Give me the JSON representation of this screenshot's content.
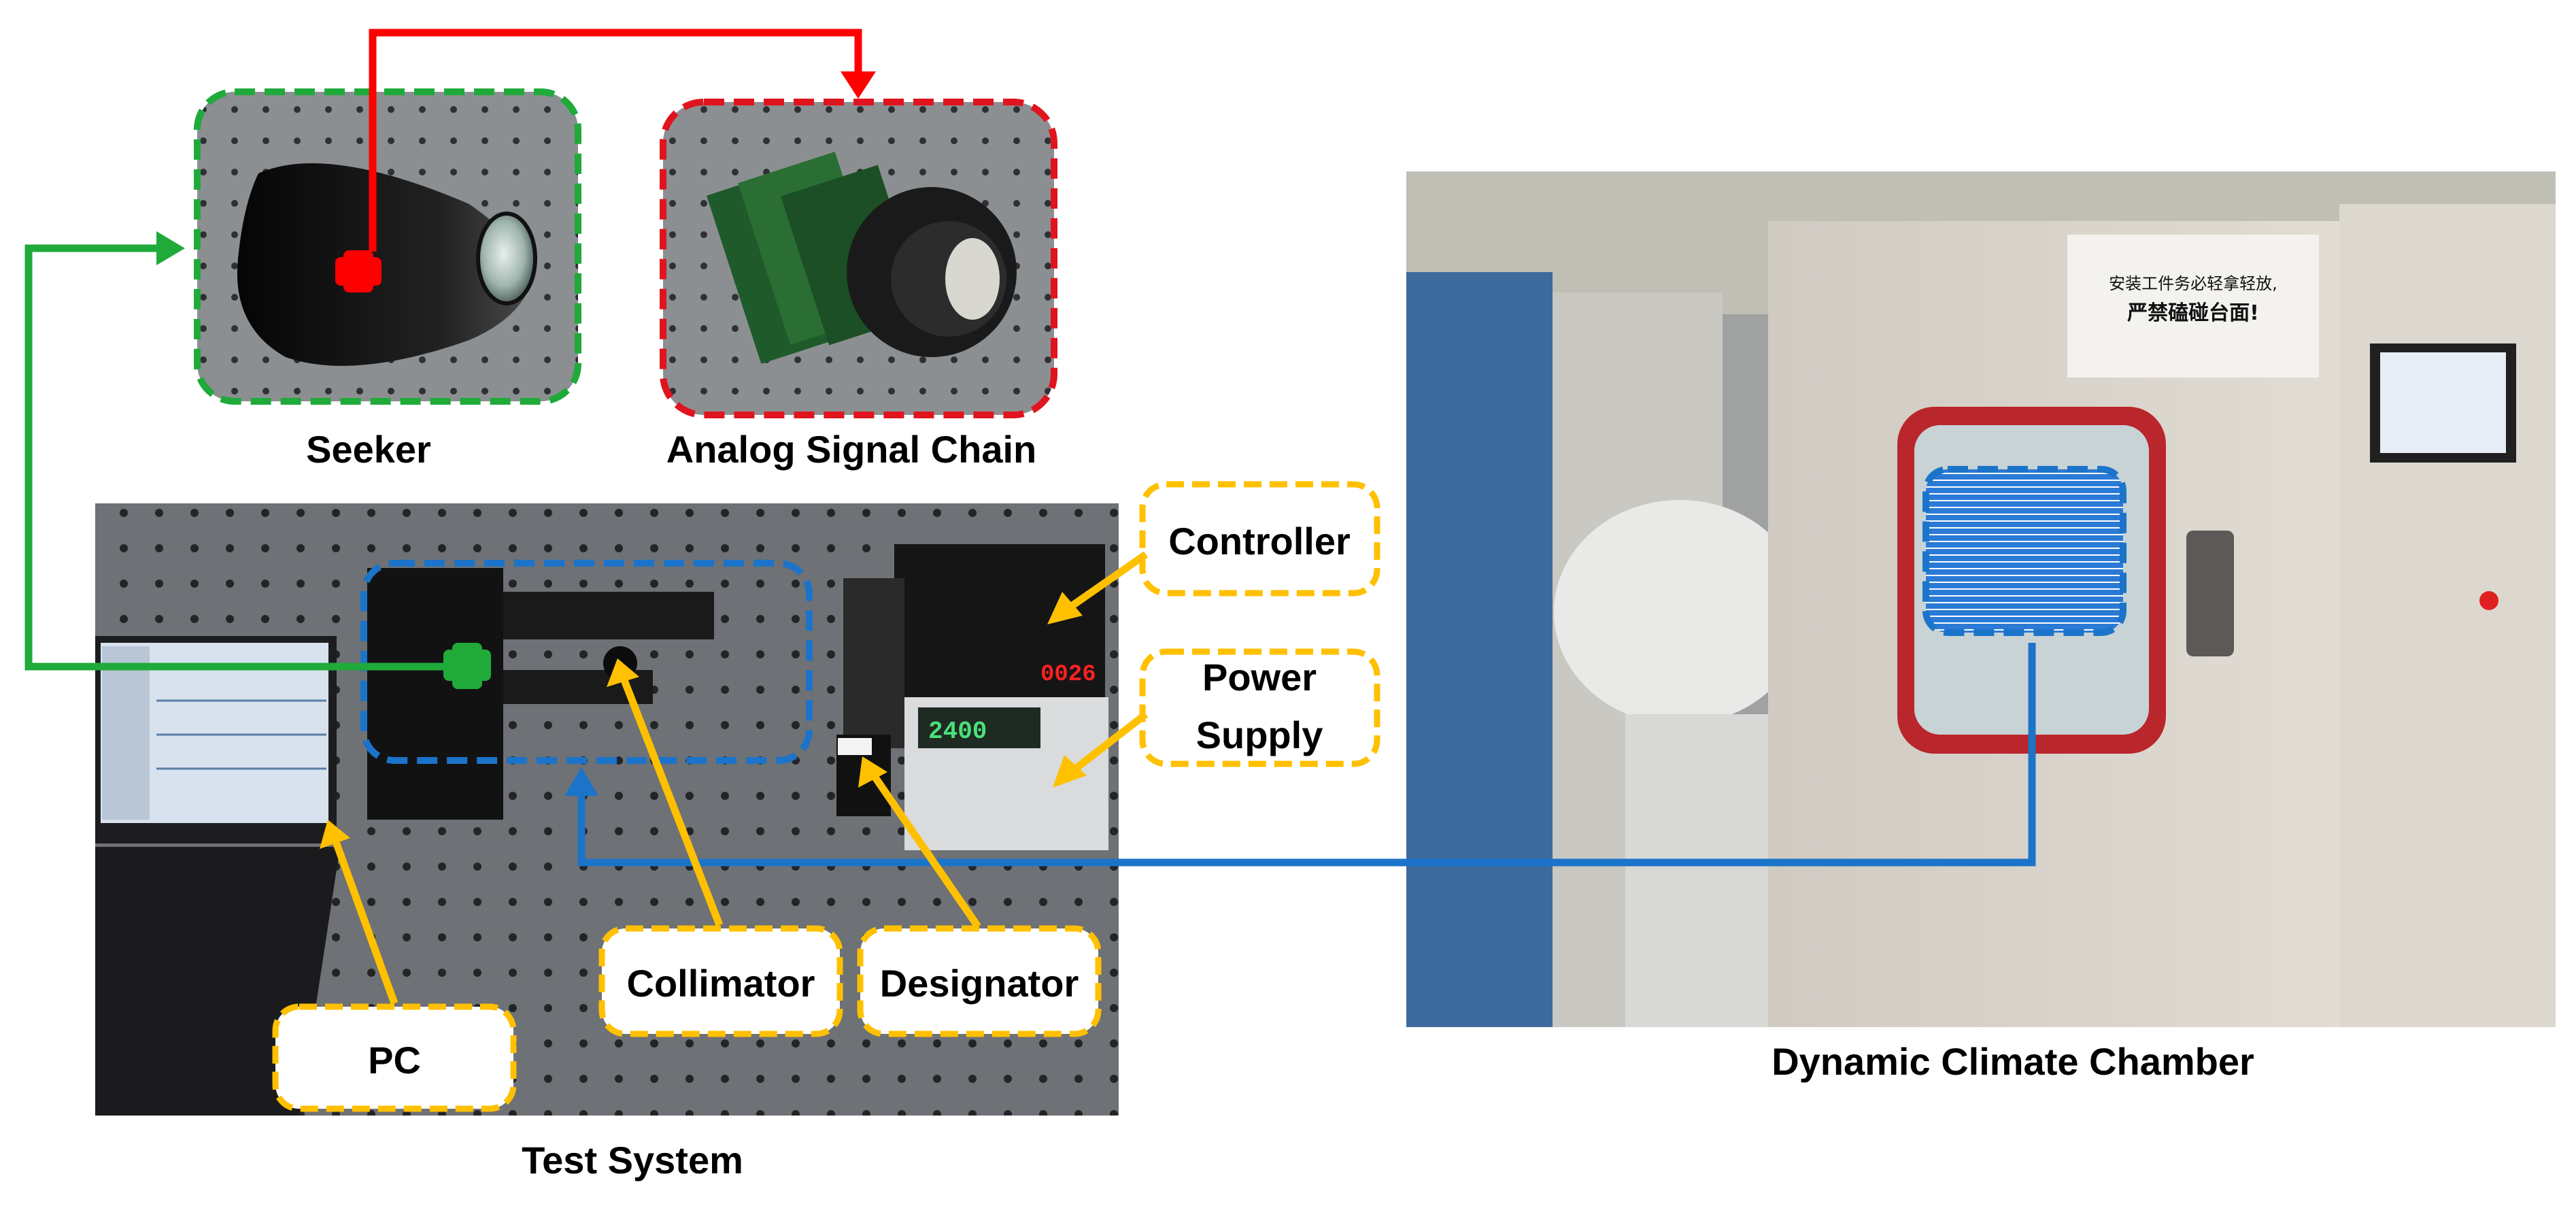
{
  "captions": {
    "seeker": "Seeker",
    "analog_signal_chain": "Analog Signal Chain",
    "test_system": "Test System",
    "dynamic_climate_chamber": "Dynamic Climate Chamber"
  },
  "labels": {
    "controller": "Controller",
    "power_supply_line1": "Power",
    "power_supply_line2": "Supply",
    "collimator": "Collimator",
    "designator": "Designator",
    "pc": "PC"
  },
  "warning_notice": {
    "line1": "安装工件务必轻拿轻放,",
    "line2": "严禁磕碰台面!"
  },
  "instrument_readouts": {
    "controller_display": "0026",
    "power_supply_display": "2400"
  },
  "colors": {
    "seeker_link": "#ff0000",
    "seeker_box": "#1faa3a",
    "signal_chain_box": "#e0141e",
    "mount_link": "#1b74c9",
    "label_boxes": "#ffc000",
    "label_arrows": "#ffc000",
    "pc_link": "#1faa3a"
  }
}
